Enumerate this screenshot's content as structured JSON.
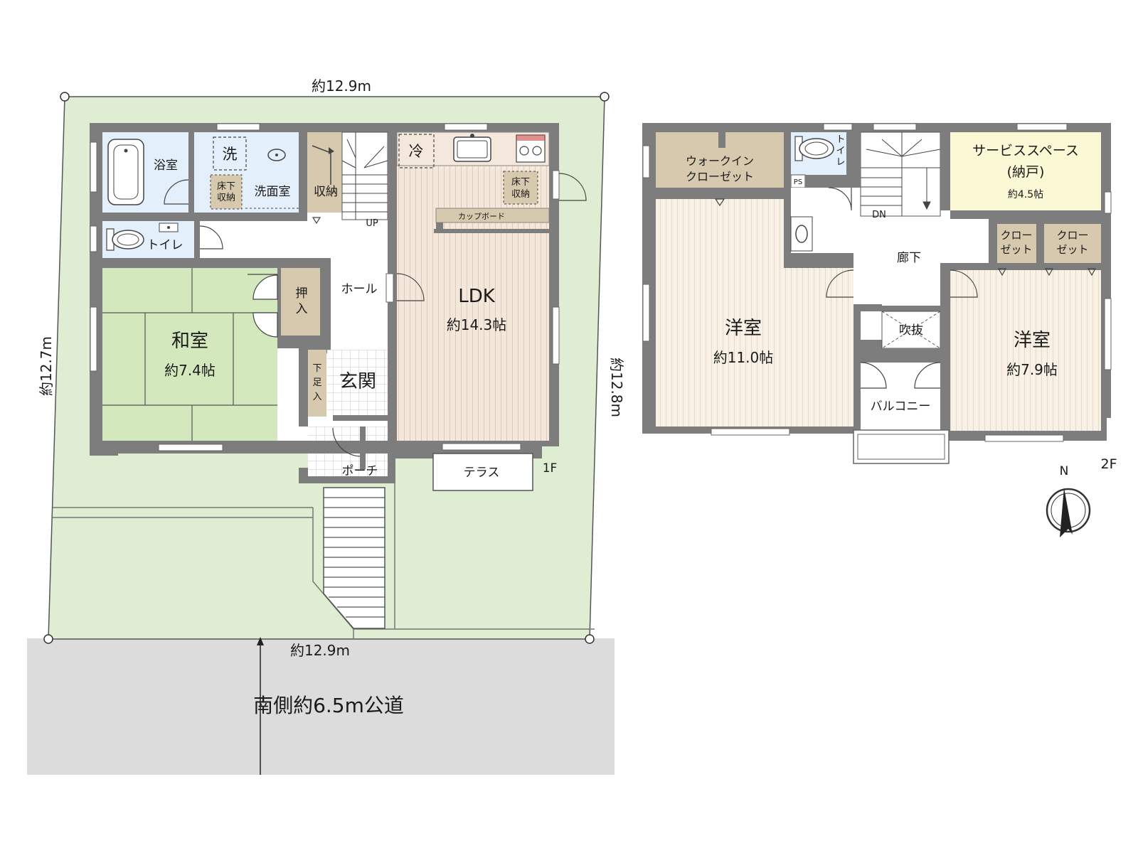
{
  "colors": {
    "yard": "#dfeed2",
    "road": "#dcdcdc",
    "wall": "#7d7d7d",
    "floor": "#ffffff",
    "wood": "#f4e8dc",
    "wood_line": "#e4cbb6",
    "bath": "#e3effa",
    "tatami": "#d4e8bd",
    "storage": "#d7c9ad",
    "service": "#fbf8d5",
    "line": "#444444"
  },
  "site": {
    "dim_top": "約12.9m",
    "dim_bottom": "約12.9m",
    "dim_left": "約12.7m",
    "dim_right": "約12.8m",
    "road_label": "南側約6.5m公道"
  },
  "floor1": {
    "tag": "1F",
    "rooms": {
      "bath": "浴室",
      "washer": "洗",
      "washroom": "洗面室",
      "underfloor1": "床下収納",
      "toilet": "トイレ",
      "storage": "収納",
      "up": "UP",
      "fridge": "冷",
      "underfloor2": "床下収納",
      "cupboard": "カップボード",
      "hall": "ホール",
      "ldk": "LDK",
      "ldk_area": "約14.3帖",
      "oshiire": "押入",
      "washitsu": "和室",
      "washitsu_area": "約7.4帖",
      "shoe": "下足入",
      "entrance": "玄関",
      "porch": "ポーチ",
      "terrace": "テラス"
    }
  },
  "floor2": {
    "tag": "2F",
    "rooms": {
      "wic": "ウォークインクローゼット",
      "toilet": "トイレ",
      "ps": "PS",
      "dn": "DN",
      "service": "サービススペース",
      "service_sub": "(納戸)",
      "service_area": "約4.5帖",
      "closet1": "クローゼット",
      "closet2": "クローゼット",
      "corridor": "廊下",
      "youshitsu1": "洋室",
      "youshitsu1_area": "約11.0帖",
      "fukinuke": "吹抜",
      "youshitsu2": "洋室",
      "youshitsu2_area": "約7.9帖",
      "balcony": "バルコニー"
    }
  },
  "compass": {
    "north": "N"
  }
}
